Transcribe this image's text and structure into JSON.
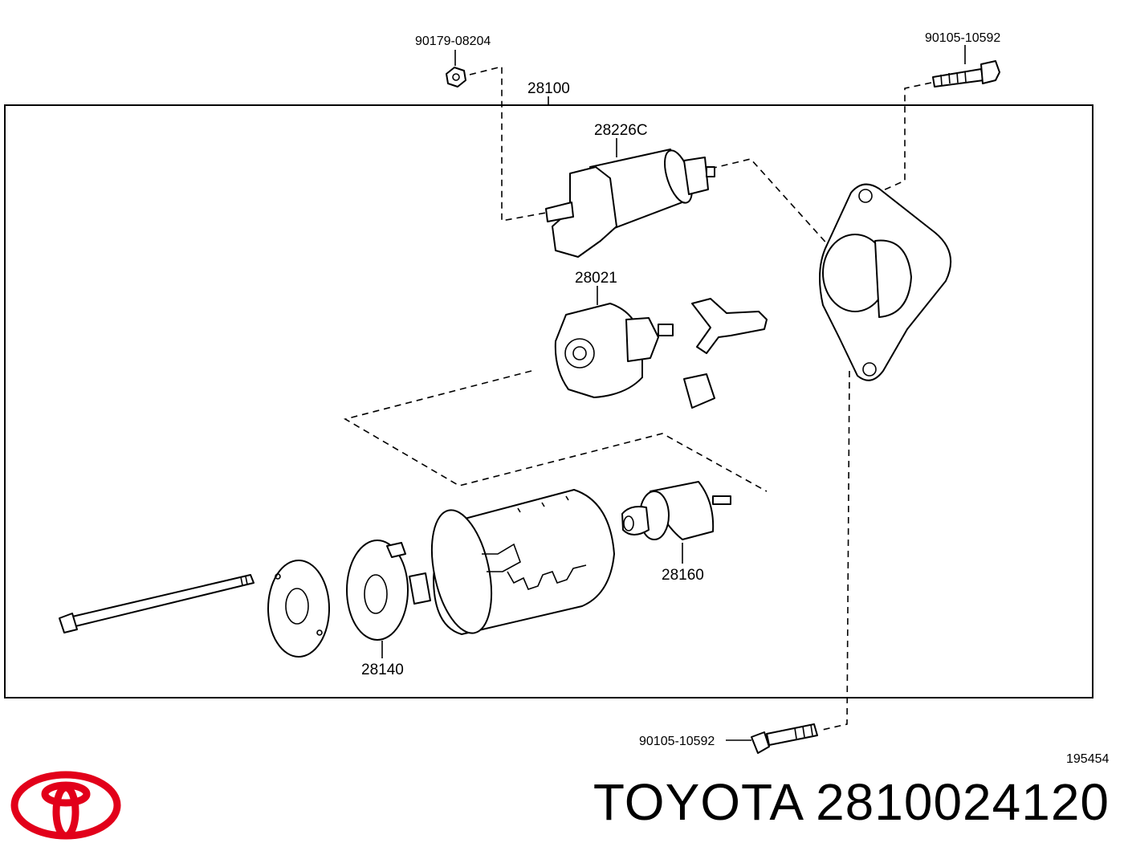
{
  "diagram": {
    "callouts": {
      "nut_top": "90179-08204",
      "assembly": "28100",
      "bolt_top": "90105-10592",
      "solenoid": "28226C",
      "drive": "28021",
      "armature": "28160",
      "brush_holder": "28140",
      "bolt_bottom": "90105-10592"
    },
    "figure_number": "195454"
  },
  "brand": {
    "name": "TOYOTA",
    "part_number": "2810024120",
    "logo_color": "#e2001a"
  }
}
